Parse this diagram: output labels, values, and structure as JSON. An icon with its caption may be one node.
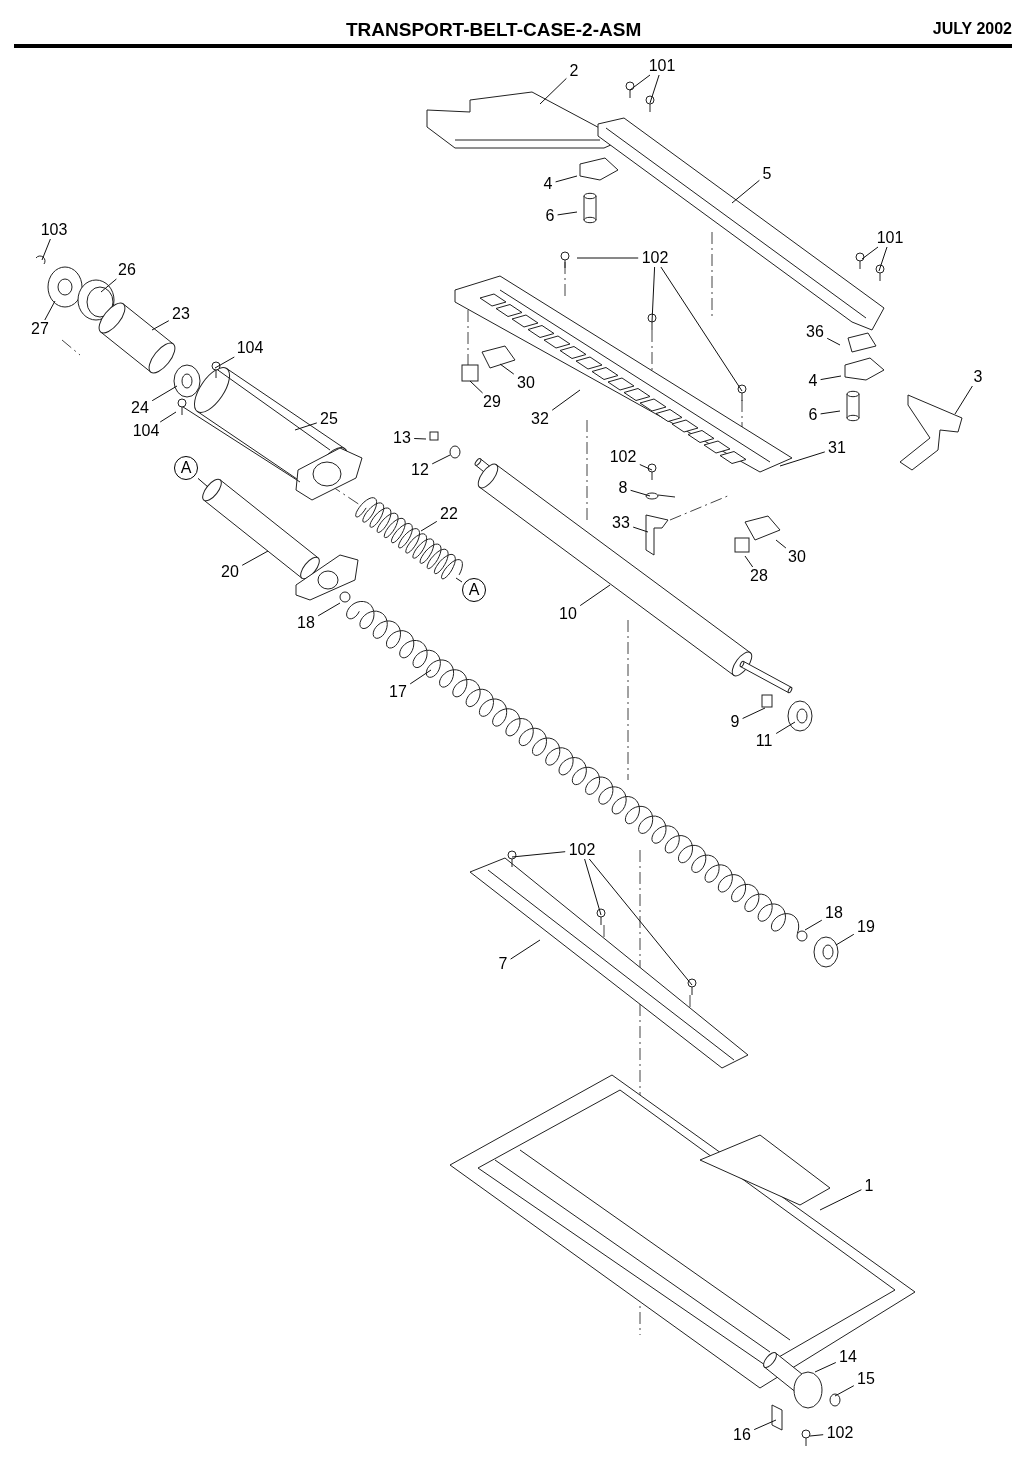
{
  "diagram": {
    "title": "TRANSPORT-BELT-CASE-2-ASM",
    "nodes": [
      {
        "text": [
          "2"
        ]
      },
      {
        "text": [
          "101"
        ]
      },
      {
        "text": [
          "5"
        ]
      },
      {
        "text": [
          "4"
        ]
      },
      {
        "text": [
          "6"
        ]
      },
      {
        "text": [
          "103"
        ]
      },
      {
        "text": [
          "26"
        ]
      },
      {
        "text": [
          "27"
        ]
      },
      {
        "text": [
          "102"
        ]
      },
      {
        "text": [
          "101"
        ]
      },
      {
        "text": [
          "23"
        ]
      },
      {
        "text": [
          "104"
        ]
      },
      {
        "text": [
          "36"
        ]
      },
      {
        "text": [
          "30"
        ]
      },
      {
        "text": [
          "4"
        ]
      },
      {
        "text": [
          "3"
        ]
      },
      {
        "text": [
          "24"
        ]
      },
      {
        "text": [
          "29"
        ]
      },
      {
        "text": [
          "6"
        ]
      },
      {
        "text": [
          "32"
        ]
      },
      {
        "text": [
          "25"
        ]
      },
      {
        "text": [
          "104"
        ]
      },
      {
        "text": [
          "13"
        ]
      },
      {
        "text": [
          "31"
        ]
      },
      {
        "text": [
          "12"
        ]
      },
      {
        "text": [
          "102"
        ]
      },
      {
        "text": [
          "8"
        ]
      },
      {
        "text": [
          "22"
        ]
      },
      {
        "text": [
          "33"
        ]
      },
      {
        "text": [
          "30"
        ]
      },
      {
        "text": [
          "20"
        ]
      },
      {
        "text": [
          "28"
        ]
      },
      {
        "text": [
          "18"
        ]
      },
      {
        "text": [
          "10"
        ]
      },
      {
        "text": [
          "17"
        ]
      },
      {
        "text": [
          "9"
        ]
      },
      {
        "text": [
          "11"
        ]
      },
      {
        "text": [
          "102"
        ]
      },
      {
        "text": [
          "18"
        ]
      },
      {
        "text": [
          "7"
        ]
      },
      {
        "text": [
          "19"
        ]
      },
      {
        "text": [
          "1"
        ]
      },
      {
        "text": [
          "14"
        ]
      },
      {
        "text": [
          "15"
        ]
      },
      {
        "text": [
          "16"
        ]
      },
      {
        "text": [
          "102"
        ]
      },
      {
        "text": [
          "A"
        ]
      },
      {
        "text": [
          "A"
        ]
      }
    ],
    "edges": [
      {
        "from": 0,
        "to": null,
        "arrow": "none"
      },
      {
        "from": 1,
        "to": null,
        "arrow": "none"
      },
      {
        "from": 1,
        "to": null,
        "arrow": "none"
      },
      {
        "from": 2,
        "to": null,
        "arrow": "none"
      },
      {
        "from": 3,
        "to": null,
        "arrow": "none"
      },
      {
        "from": 4,
        "to": null,
        "arrow": "none"
      },
      {
        "from": 5,
        "to": null,
        "arrow": "none"
      },
      {
        "from": 6,
        "to": null,
        "arrow": "none"
      },
      {
        "from": 7,
        "to": null,
        "arrow": "none"
      },
      {
        "from": 8,
        "to": null,
        "arrow": "none"
      },
      {
        "from": 8,
        "to": null,
        "arrow": "none"
      },
      {
        "from": 8,
        "to": null,
        "arrow": "none"
      },
      {
        "from": 9,
        "to": null,
        "arrow": "none"
      },
      {
        "from": 9,
        "to": null,
        "arrow": "none"
      },
      {
        "from": 10,
        "to": null,
        "arrow": "none"
      },
      {
        "from": 11,
        "to": null,
        "arrow": "none"
      },
      {
        "from": 12,
        "to": null,
        "arrow": "none"
      },
      {
        "from": 13,
        "to": null,
        "arrow": "none"
      },
      {
        "from": 14,
        "to": null,
        "arrow": "none"
      },
      {
        "from": 15,
        "to": null,
        "arrow": "none"
      },
      {
        "from": 16,
        "to": null,
        "arrow": "none"
      },
      {
        "from": 17,
        "to": null,
        "arrow": "none"
      },
      {
        "from": 18,
        "to": null,
        "arrow": "none"
      },
      {
        "from": 19,
        "to": null,
        "arrow": "none"
      },
      {
        "from": 20,
        "to": null,
        "arrow": "none"
      },
      {
        "from": 21,
        "to": null,
        "arrow": "none"
      },
      {
        "from": 22,
        "to": null,
        "arrow": "none"
      },
      {
        "from": 23,
        "to": null,
        "arrow": "none"
      },
      {
        "from": 24,
        "to": null,
        "arrow": "none"
      },
      {
        "from": 25,
        "to": null,
        "arrow": "none"
      },
      {
        "from": 26,
        "to": null,
        "arrow": "none"
      },
      {
        "from": 27,
        "to": null,
        "arrow": "none"
      },
      {
        "from": 28,
        "to": null,
        "arrow": "none"
      },
      {
        "from": 29,
        "to": null,
        "arrow": "none"
      },
      {
        "from": 30,
        "to": null,
        "arrow": "none"
      },
      {
        "from": 31,
        "to": null,
        "arrow": "none"
      },
      {
        "from": 32,
        "to": null,
        "arrow": "none"
      },
      {
        "from": 33,
        "to": null,
        "arrow": "none"
      },
      {
        "from": 34,
        "to": null,
        "arrow": "none"
      },
      {
        "from": 35,
        "to": null,
        "arrow": "none"
      },
      {
        "from": 36,
        "to": null,
        "arrow": "none"
      },
      {
        "from": 37,
        "to": null,
        "arrow": "none"
      },
      {
        "from": 37,
        "to": null,
        "arrow": "none"
      },
      {
        "from": 37,
        "to": null,
        "arrow": "none"
      },
      {
        "from": 38,
        "to": null,
        "arrow": "none"
      },
      {
        "from": 39,
        "to": null,
        "arrow": "none"
      },
      {
        "from": 40,
        "to": null,
        "arrow": "none"
      },
      {
        "from": 41,
        "to": null,
        "arrow": "none"
      },
      {
        "from": 42,
        "to": null,
        "arrow": "none"
      },
      {
        "from": 43,
        "to": null,
        "arrow": "none"
      },
      {
        "from": 44,
        "to": null,
        "arrow": "none"
      },
      {
        "from": 45,
        "to": null,
        "arrow": "none"
      },
      {
        "from": 46,
        "to": null,
        "arrow": "none"
      },
      {
        "from": 47,
        "to": null,
        "arrow": "none"
      }
    ],
    "labels": [
      "JULY 2002"
    ]
  }
}
